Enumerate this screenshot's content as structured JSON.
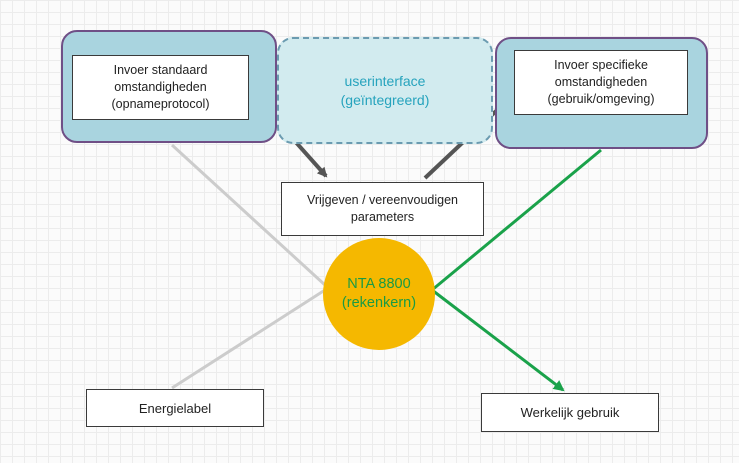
{
  "colors": {
    "panel_fill": "#a9d4df",
    "panel_border": "#6f4f86",
    "ui_fill": "#d2ebef",
    "ui_text": "#26a3bd",
    "core_fill": "#f5b800",
    "core_text": "#1a9b43",
    "arrow_dark": "#555555",
    "line_light": "#cccccc",
    "line_green": "#1aa24a"
  },
  "diagram": {
    "input_standard": {
      "lines": [
        "Invoer standaard",
        "omstandigheden",
        "(opnameprotocol)"
      ]
    },
    "userinterface": {
      "lines": [
        "userinterface",
        "(geïntegreerd)"
      ]
    },
    "input_specific": {
      "lines": [
        "Invoer specifieke",
        "omstandigheden",
        "(gebruik/omgeving)"
      ]
    },
    "release": {
      "lines": [
        "Vrijgeven / vereenvoudigen",
        "parameters"
      ]
    },
    "core": {
      "lines": [
        "NTA 8800",
        "(rekenkern)"
      ]
    },
    "energy_label": {
      "label": "Energielabel"
    },
    "actual_use": {
      "label": "Werkelijk gebruik"
    }
  }
}
